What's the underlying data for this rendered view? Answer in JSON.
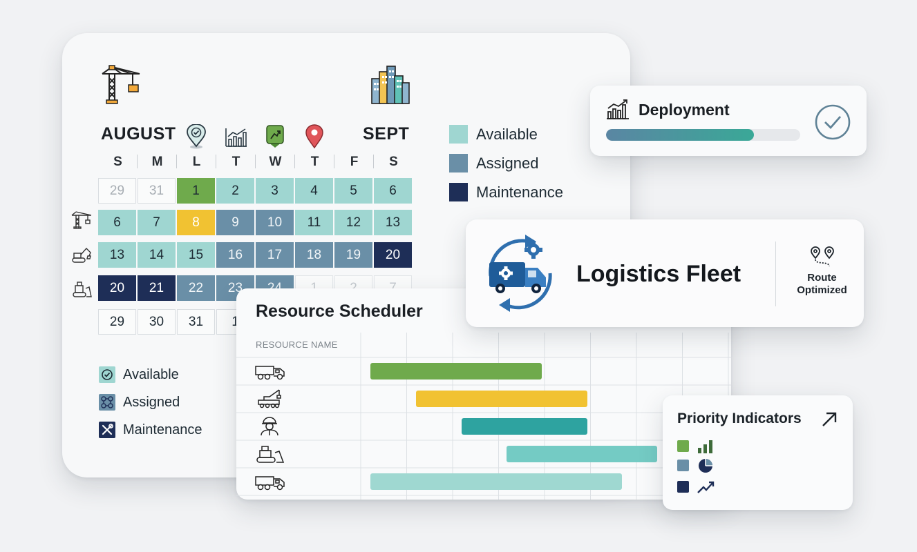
{
  "calendar": {
    "month_left": "AUGUST",
    "month_right": "SEPT",
    "days_of_week": [
      "S",
      "M",
      "L",
      "T",
      "W",
      "T",
      "F",
      "S"
    ],
    "weeks": [
      [
        {
          "d": "29",
          "s": "prev"
        },
        {
          "d": "31",
          "s": "prev"
        },
        {
          "d": "1",
          "s": "green"
        },
        {
          "d": "2",
          "s": "available"
        },
        {
          "d": "3",
          "s": "available"
        },
        {
          "d": "4",
          "s": "available"
        },
        {
          "d": "5",
          "s": "available"
        },
        {
          "d": "6",
          "s": "available"
        }
      ],
      [
        {
          "d": "6",
          "s": "available"
        },
        {
          "d": "7",
          "s": "available"
        },
        {
          "d": "8",
          "s": "yellow"
        },
        {
          "d": "9",
          "s": "assigned"
        },
        {
          "d": "10",
          "s": "assigned"
        },
        {
          "d": "11",
          "s": "available"
        },
        {
          "d": "12",
          "s": "available"
        },
        {
          "d": "13",
          "s": "available"
        }
      ],
      [
        {
          "d": "13",
          "s": "available"
        },
        {
          "d": "14",
          "s": "available"
        },
        {
          "d": "15",
          "s": "available"
        },
        {
          "d": "16",
          "s": "assigned"
        },
        {
          "d": "17",
          "s": "assigned"
        },
        {
          "d": "18",
          "s": "assigned"
        },
        {
          "d": "19",
          "s": "assigned"
        },
        {
          "d": "20",
          "s": "maint"
        }
      ],
      [
        {
          "d": "20",
          "s": "maint"
        },
        {
          "d": "21",
          "s": "maint"
        },
        {
          "d": "22",
          "s": "assigned"
        },
        {
          "d": "23",
          "s": "assigned"
        },
        {
          "d": "24",
          "s": "assigned"
        },
        {
          "d": "1",
          "s": "faded"
        },
        {
          "d": "2",
          "s": "faded"
        },
        {
          "d": "7",
          "s": "faded"
        }
      ],
      [
        {
          "d": "29",
          "s": "empty"
        },
        {
          "d": "30",
          "s": "empty"
        },
        {
          "d": "31",
          "s": "empty"
        },
        {
          "d": "1",
          "s": "empty"
        }
      ]
    ],
    "legend_top": [
      {
        "label": "Available",
        "color": "#9fd6d1"
      },
      {
        "label": "Assigned",
        "color": "#6a8fa7"
      },
      {
        "label": "Maintenance",
        "color": "#1e2e57"
      }
    ],
    "legend_bottom": [
      {
        "label": "Available",
        "icon": "check-circle-icon"
      },
      {
        "label": "Assigned",
        "icon": "assigned-pattern-icon"
      },
      {
        "label": "Maintenance",
        "icon": "tools-icon"
      }
    ]
  },
  "deployment": {
    "title": "Deployment",
    "progress": 0.76
  },
  "fleet": {
    "title": "Logistics Fleet",
    "route_label_1": "Route",
    "route_label_2": "Optimized"
  },
  "scheduler": {
    "title": "Resource Scheduler",
    "column_header": "RESOURCE NAME",
    "resources": [
      {
        "icon": "dump-truck-icon",
        "bar_color": "#6faa4c",
        "start": 0.0,
        "end": 0.49
      },
      {
        "icon": "mobile-crane-icon",
        "bar_color": "#f1c232",
        "start": 0.13,
        "end": 0.62
      },
      {
        "icon": "worker-icon",
        "bar_color": "#2ea3a0",
        "start": 0.26,
        "end": 0.62
      },
      {
        "icon": "bulldozer-icon",
        "bar_color": "#74cbc4",
        "start": 0.39,
        "end": 0.82
      },
      {
        "icon": "dump-truck-icon",
        "bar_color": "#9fd8d1",
        "start": 0.0,
        "end": 0.72
      }
    ]
  },
  "priority": {
    "title": "Priority Indicators",
    "items": [
      {
        "color": "#6faa4c",
        "icon": "bar-chart-icon"
      },
      {
        "color": "#6a8fa7",
        "icon": "pie-chart-icon"
      },
      {
        "color": "#1e2e57",
        "icon": "trend-up-icon"
      }
    ]
  }
}
